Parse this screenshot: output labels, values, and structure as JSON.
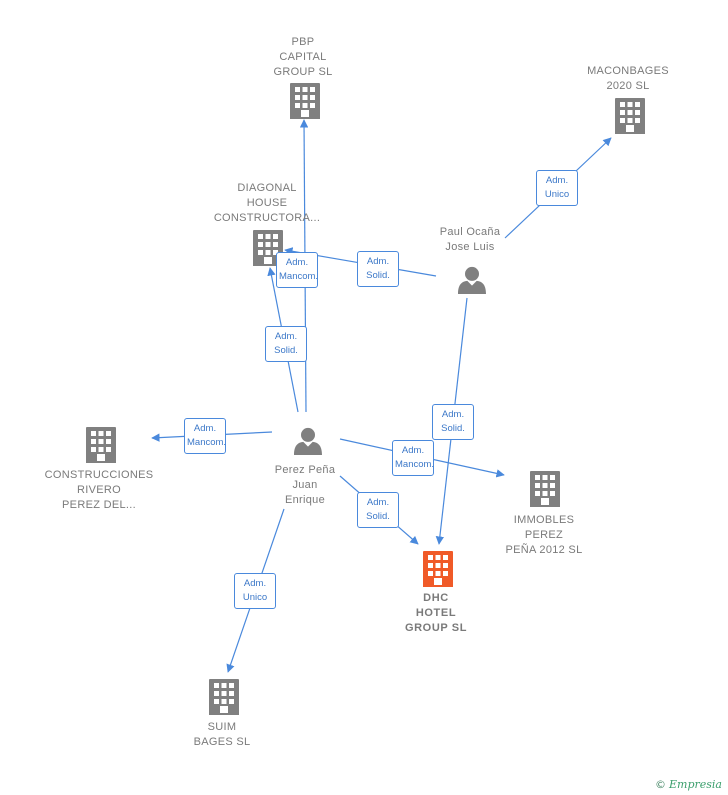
{
  "colors": {
    "edge": "#4a89dc",
    "company_icon": "#808080",
    "person_icon": "#808080",
    "main_company_icon": "#f05a28",
    "label_text": "#7a7a7a"
  },
  "nodes": {
    "pbp": {
      "icon": "building-icon",
      "lines": [
        "PBP",
        "CAPITAL",
        "GROUP  SL"
      ]
    },
    "macon": {
      "icon": "building-icon",
      "lines": [
        "MACONBAGES",
        "2020  SL"
      ]
    },
    "diagonal": {
      "icon": "building-icon",
      "lines": [
        "DIAGONAL",
        "HOUSE",
        "CONSTRUCTORA..."
      ]
    },
    "paul": {
      "icon": "person-icon",
      "lines": [
        "Paul Ocaña",
        "Jose Luis"
      ]
    },
    "perez": {
      "icon": "person-icon",
      "lines": [
        "Perez Peña",
        "Juan",
        "Enrique"
      ]
    },
    "construc": {
      "icon": "building-icon",
      "lines": [
        "CONSTRUCCIONES",
        "RIVERO",
        "PEREZ DEL..."
      ]
    },
    "immobles": {
      "icon": "building-icon",
      "lines": [
        "IMMOBLES",
        "PEREZ",
        "PEÑA 2012  SL"
      ]
    },
    "dhc": {
      "icon": "building-icon",
      "lines": [
        "DHC",
        "HOTEL",
        "GROUP  SL"
      ]
    },
    "suim": {
      "icon": "building-icon",
      "lines": [
        "SUIM",
        "BAGES  SL"
      ]
    }
  },
  "edges": [
    {
      "from": "perez",
      "to": "pbp",
      "label": [
        "Adm.",
        "Mancom."
      ]
    },
    {
      "from": "perez",
      "to": "diagonal",
      "label": [
        "Adm.",
        "Solid."
      ]
    },
    {
      "from": "paul",
      "to": "diagonal",
      "label": [
        "Adm.",
        "Solid."
      ]
    },
    {
      "from": "paul",
      "to": "macon",
      "label": [
        "Adm.",
        "Unico"
      ]
    },
    {
      "from": "paul",
      "to": "dhc",
      "label": [
        "Adm.",
        "Solid."
      ]
    },
    {
      "from": "perez",
      "to": "construc",
      "label": [
        "Adm.",
        "Mancom."
      ]
    },
    {
      "from": "perez",
      "to": "immobles",
      "label": [
        "Adm.",
        "Mancom."
      ]
    },
    {
      "from": "perez",
      "to": "dhc",
      "label": [
        "Adm.",
        "Solid."
      ]
    },
    {
      "from": "perez",
      "to": "suim",
      "label": [
        "Adm.",
        "Unico"
      ]
    }
  ],
  "brand": {
    "symbol": "©",
    "name": "Empresia"
  }
}
